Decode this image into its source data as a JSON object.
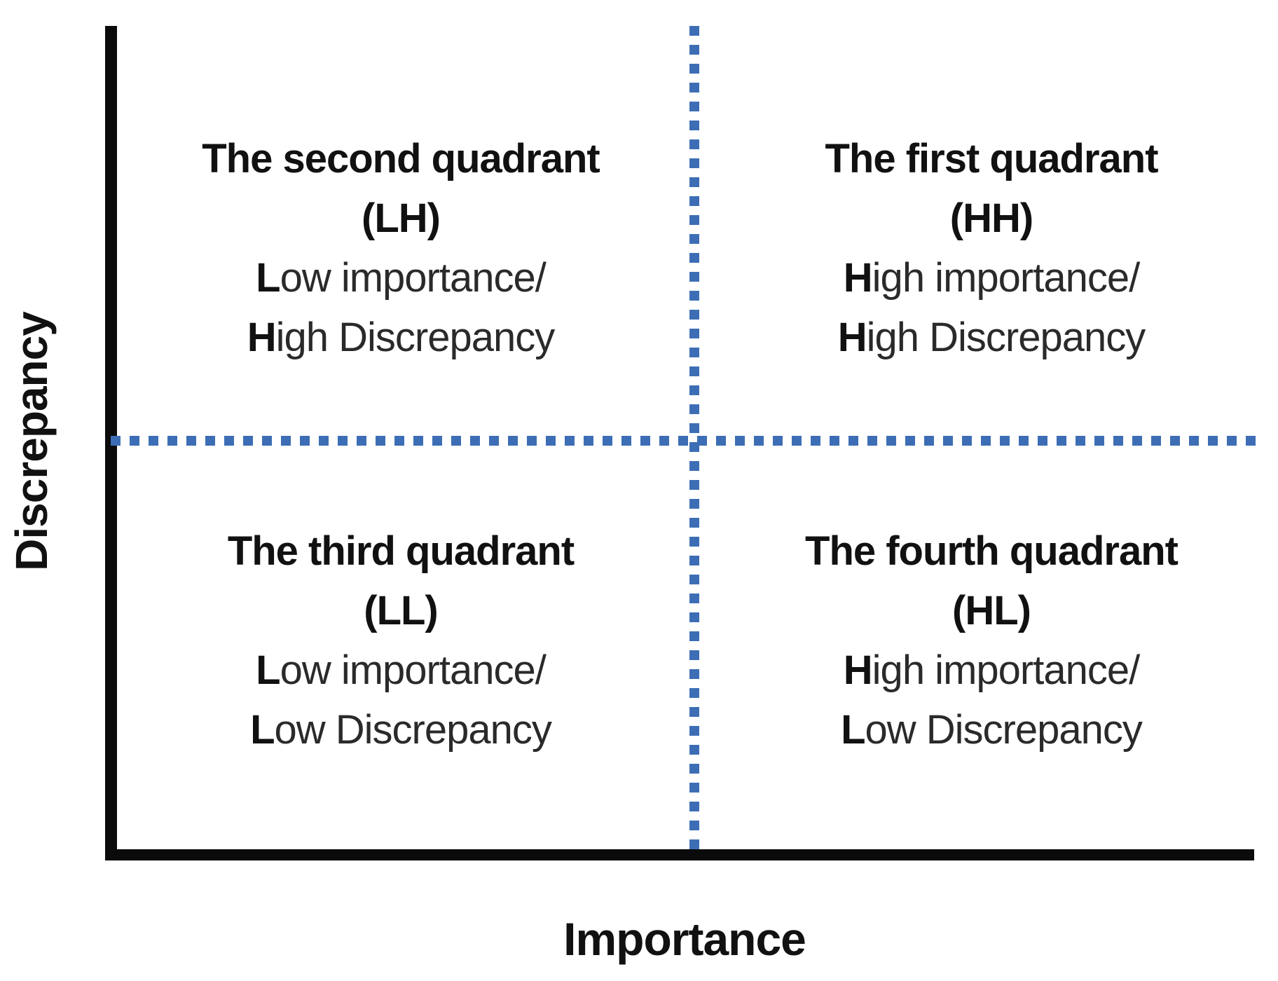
{
  "diagram": {
    "y_axis_label": "Discrepancy",
    "x_axis_label": "Importance"
  },
  "colors": {
    "axis_black": "#0b0b0b",
    "divider_blue": "#3d6eb5",
    "title_text": "#111111",
    "body_text": "#2a2a2a",
    "background": "#ffffff"
  },
  "quadrants": {
    "top_left": {
      "title": "The second quadrant",
      "code": "(LH)",
      "desc1_lead": "L",
      "desc1_rest": "ow importance/",
      "desc2_lead": "H",
      "desc2_rest": "igh Discrepancy"
    },
    "top_right": {
      "title": "The first quadrant",
      "code": "(HH)",
      "desc1_lead": "H",
      "desc1_rest": "igh importance/",
      "desc2_lead": "H",
      "desc2_rest": "igh Discrepancy"
    },
    "bottom_left": {
      "title": "The third quadrant",
      "code": "(LL)",
      "desc1_lead": "L",
      "desc1_rest": "ow importance/",
      "desc2_lead": "L",
      "desc2_rest": "ow Discrepancy"
    },
    "bottom_right": {
      "title": "The fourth quadrant",
      "code": "(HL)",
      "desc1_lead": "H",
      "desc1_rest": "igh importance/",
      "desc2_lead": "L",
      "desc2_rest": "ow Discrepancy"
    }
  }
}
